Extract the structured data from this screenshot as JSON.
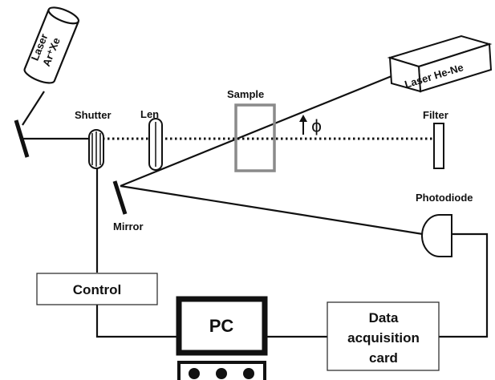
{
  "labels": {
    "laser_arxe_line1": "Laser",
    "laser_arxe_line2": "Ar⁺Xe",
    "laser_hene": "Laser He-Ne",
    "shutter": "Shutter",
    "len": "Len",
    "sample": "Sample",
    "phi": "ϕ",
    "filter": "Filter",
    "mirror": "Mirror",
    "photodiode": "Photodiode",
    "control": "Control",
    "pc": "PC",
    "daq_line1": "Data",
    "daq_line2": "acquisition",
    "daq_line3": "card"
  },
  "colors": {
    "line": "#111111",
    "sample_outline": "#8a8a8a",
    "box_border": "#333333"
  }
}
